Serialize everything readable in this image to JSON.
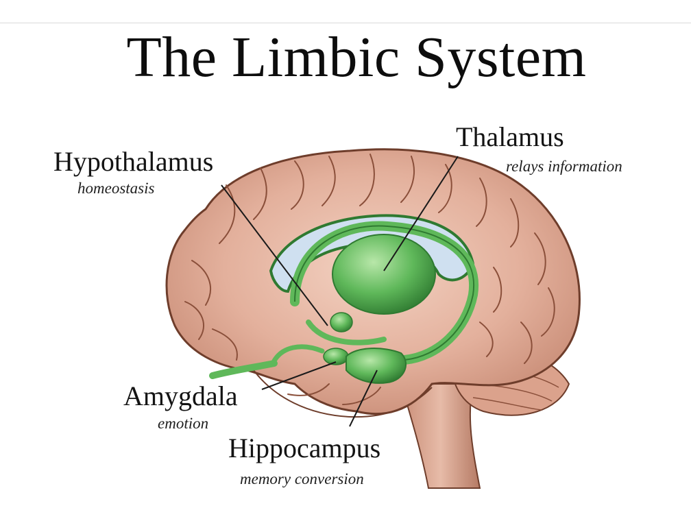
{
  "title": "The Limbic System",
  "labels": {
    "thalamus": {
      "name": "Thalamus",
      "function": "relays information"
    },
    "hypothalamus": {
      "name": "Hypothalamus",
      "function": "homeostasis"
    },
    "amygdala": {
      "name": "Amygdala",
      "function": "emotion"
    },
    "hippocampus": {
      "name": "Hippocampus",
      "function": "memory conversion"
    }
  },
  "colors": {
    "brain_fill": "#e3b09c",
    "brain_outline": "#6e3d2b",
    "limbic_green": "#5fb85a",
    "limbic_dark": "#2f7a31",
    "ventricle_blue": "#cfe0f0",
    "leader_line": "#1a1a1a"
  }
}
